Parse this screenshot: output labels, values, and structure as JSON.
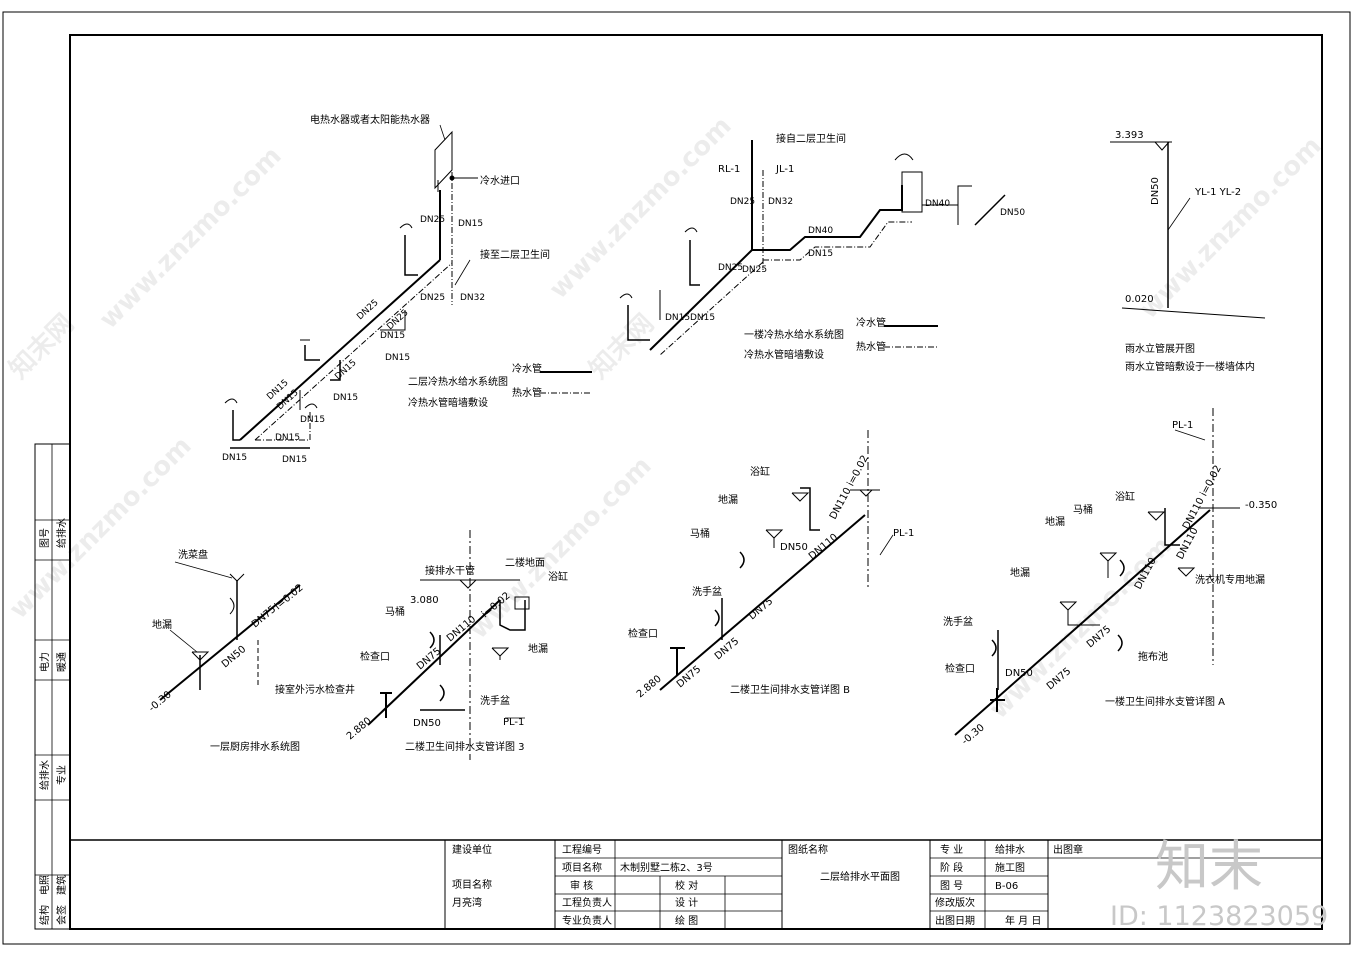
{
  "watermark": {
    "site": "www.znzmo.com",
    "brand": "知末网",
    "logo": "知末",
    "id_label": "ID: 1123823059"
  },
  "upper_left": {
    "heater": "电热水器或者太阳能热水器",
    "cold_inlet": "冷水进口",
    "to_floor2": "接至二层卫生间",
    "pipes": {
      "dn25a": "DN25",
      "dn15a": "DN15",
      "dn25b": "DN25",
      "dn32": "DN32",
      "dn25c": "DN25",
      "dn25d": "DN25",
      "dn15b": "DN15",
      "dn15c": "DN15",
      "dn15d": "DN15",
      "dn15e": "DN15",
      "dn15f": "DN15",
      "dn15g": "DN15",
      "dn15h": "DN15",
      "dn15i": "DN15",
      "dn15j": "DN15",
      "dn15k": "DN15"
    },
    "caption1": "二层冷热水给水系统图",
    "caption2": "冷热水管暗墙敷设",
    "legend_cold": "冷水管",
    "legend_hot": "热水管"
  },
  "upper_mid": {
    "from_floor2": "接自二层卫生间",
    "rl1": "RL-1",
    "jl1": "JL-1",
    "pipes": {
      "dn25": "DN25",
      "dn32": "DN32",
      "dn40a": "DN40",
      "dn15a": "DN15",
      "dn40b": "DN40",
      "dn50": "DN50",
      "dn25b": "DN25",
      "dn25c": "DN25",
      "dn15b": "DN15",
      "dn15c": "DN15"
    },
    "caption1": "一楼冷热水给水系统图",
    "caption2": "冷热水管暗墙敷设",
    "legend_cold": "冷水管",
    "legend_hot": "热水管"
  },
  "upper_right": {
    "el_top": "3.393",
    "el_bottom": "0.020",
    "dn": "DN50",
    "yl": "YL-1  YL-2",
    "caption1": "雨水立管展开图",
    "caption2": "雨水立管暗敷设于一楼墙体内"
  },
  "lower_kitchen": {
    "sink": "洗菜盘",
    "floor_drain": "地漏",
    "dn75": "DN75",
    "slope": "i=0.02",
    "dn50": "DN50",
    "outlet": "接室外污水检查井",
    "elev": "-0.30",
    "caption": "一层厨房排水系统图"
  },
  "lower_b3": {
    "main": "接排水干管",
    "floor_surface": "二楼地面",
    "bathtub": "浴缸",
    "toilet": "马桶",
    "el": "3.080",
    "dn110": "DN110",
    "slope": "i=0.02",
    "dn75": "DN75",
    "floor_drain": "地漏",
    "cleanout": "检查口",
    "dn50": "DN50",
    "basin": "洗手盆",
    "pl": "PL-1",
    "elev": "2.880",
    "caption": "二楼卫生间排水支管详图 3"
  },
  "lower_b": {
    "bathtub": "浴缸",
    "slope": "DN110 i=0.02",
    "floor_drain": "地漏",
    "toilet": "马桶",
    "dn50": "DN50",
    "dn110": "DN110",
    "pl": "PL-1",
    "basin": "洗手盆",
    "dn75a": "DN75",
    "cleanout": "检查口",
    "dn75b": "DN75",
    "dn75c": "DN75",
    "elev": "2.880",
    "caption": "二楼卫生间排水支管详图 B"
  },
  "lower_a": {
    "pl": "PL-1",
    "bathtub": "浴缸",
    "slope": "DN110 i=0.02",
    "el": "-0.350",
    "toilet": "马桶",
    "floor_drain1": "地漏",
    "dn110a": "DN110",
    "dn110b": "DN110",
    "washer_drain": "洗衣机专用地漏",
    "floor_drain2": "地漏",
    "basin": "洗手盆",
    "dn75a": "DN75",
    "mop_sink": "拖布池",
    "cleanout": "检查口",
    "dn50": "DN50",
    "dn75b": "DN75",
    "elev": "-0.30",
    "caption": "一楼卫生间排水支管详图 A"
  },
  "side_stamp": {
    "c1": "图号",
    "c2": "给排水",
    "c3": "专业",
    "c4": "电力",
    "c5": "暖通",
    "c6": "给排水",
    "c7": "电照",
    "c8": "结构",
    "c9": "建筑",
    "c10": "会签"
  },
  "title_block": {
    "client_label": "建设单位",
    "project_name_label": "项目名称",
    "project_name_value": "月亮湾",
    "project_no": "工程编号",
    "item_name": "项目名称",
    "item_value": "木制别墅二栋2、3号",
    "review": "审 核",
    "check": "校 对",
    "engineer": "工程负责人",
    "design": "设 计",
    "specialist": "专业负责人",
    "drawing": "绘 图",
    "drawing_name_label": "图纸名称",
    "drawing_name_value": "二层给排水平面图",
    "discipline_label": "专 业",
    "discipline_value": "给排水",
    "stage_label": "阶 段",
    "stage_value": "施工图",
    "sheet_label": "图 号",
    "sheet_value": "B-06",
    "revision_label": "修改版次",
    "date_label": "出图日期",
    "date_value": "年 月 日",
    "stamp_label": "出图章"
  }
}
